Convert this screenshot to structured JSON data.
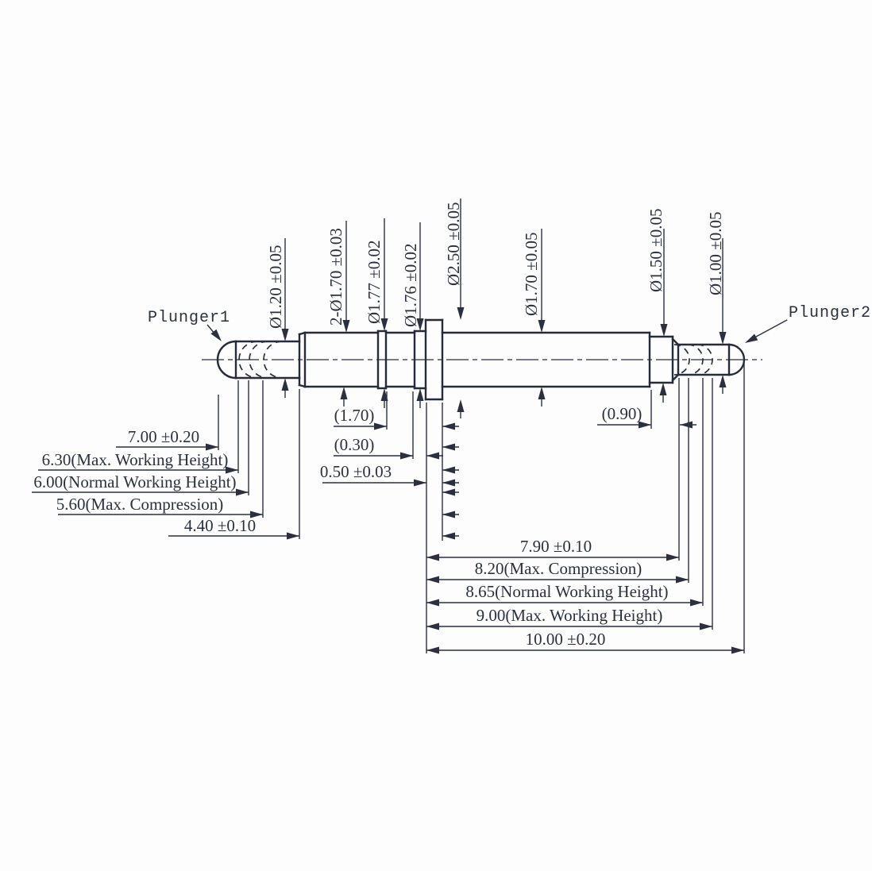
{
  "drawing": {
    "background_color": "#fdfdfd",
    "ink_color": "#2b3040",
    "plunger1": "Plunger1",
    "plunger2": "Plunger2",
    "diameter_dims": [
      {
        "label": "Ø1.20 ±0.05"
      },
      {
        "label": "2-Ø1.70 ±0.03"
      },
      {
        "label": "Ø1.77 ±0.02"
      },
      {
        "label": "Ø1.76 ±0.02"
      },
      {
        "label": "Ø2.50 ±0.05"
      },
      {
        "label": "Ø1.70 ±0.05"
      },
      {
        "label": "Ø1.50 ±0.05"
      },
      {
        "label": "Ø1.00 ±0.05"
      }
    ],
    "left_dims": [
      {
        "label": "7.00 ±0.20"
      },
      {
        "label": "6.30(Max. Working Height)"
      },
      {
        "label": "6.00(Normal Working Height)"
      },
      {
        "label": "5.60(Max. Compression)"
      },
      {
        "label": "4.40 ±0.10"
      }
    ],
    "right_dims": [
      {
        "label": "7.90 ±0.10"
      },
      {
        "label": "8.20(Max. Compression)"
      },
      {
        "label": "8.65(Normal Working Height)"
      },
      {
        "label": "9.00(Max. Working Height)"
      },
      {
        "label": "10.00 ±0.20"
      }
    ],
    "detail_dims": [
      {
        "label": "(1.70)"
      },
      {
        "label": "(0.30)"
      },
      {
        "label": "0.50 ±0.03"
      },
      {
        "label": "(0.90)"
      }
    ]
  }
}
